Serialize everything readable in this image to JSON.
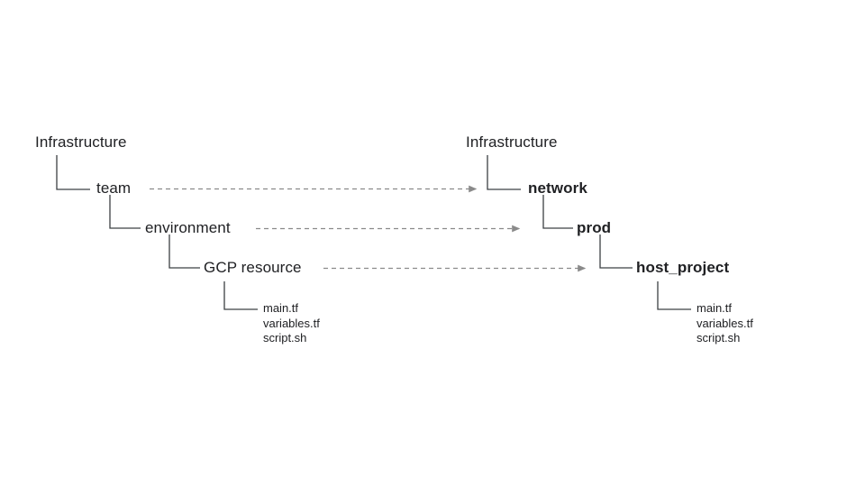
{
  "diagram": {
    "title_hidden": "",
    "colors": {
      "text": "#202124",
      "connector": "#3c4043",
      "arrow": "#8a8a8a",
      "background": "#ffffff"
    },
    "left_tree": {
      "root": "Infrastructure",
      "level1": "team",
      "level2": "environment",
      "level3": "GCP resource",
      "files": [
        "main.tf",
        "variables.tf",
        "script.sh"
      ]
    },
    "right_tree": {
      "root": "Infrastructure",
      "level1": "network",
      "level2": "prod",
      "level3": "host_project",
      "files": [
        "main.tf",
        "variables.tf",
        "script.sh"
      ]
    },
    "mappings": [
      {
        "from": "team",
        "to": "network"
      },
      {
        "from": "environment",
        "to": "prod"
      },
      {
        "from": "GCP resource",
        "to": "host_project"
      }
    ]
  }
}
